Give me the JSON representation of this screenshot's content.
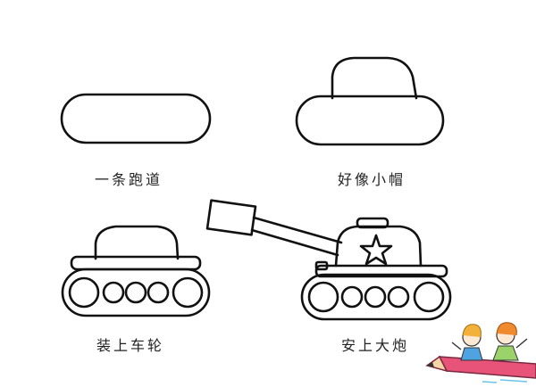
{
  "steps": [
    {
      "caption": "一条跑道"
    },
    {
      "caption": "好像小帽"
    },
    {
      "caption": "装上车轮"
    },
    {
      "caption": "安上大炮"
    }
  ],
  "colors": {
    "ink": "#111111",
    "background": "#ffffff",
    "pencil": "#e8537a",
    "sticker_hair": "#f2b23a"
  },
  "icons": [
    "runway-shape",
    "hat-shape",
    "wheels-shape",
    "tank-cannon-shape",
    "kids-on-pencil-sticker"
  ]
}
